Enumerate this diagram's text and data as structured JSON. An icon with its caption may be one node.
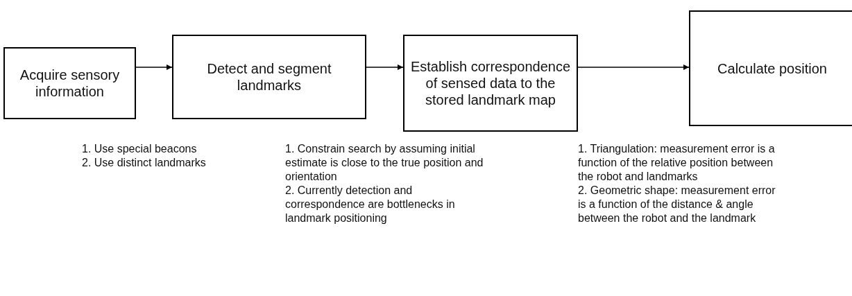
{
  "diagram": {
    "nodes": [
      {
        "text": [
          "Acquire sensory information"
        ],
        "beside": [
          "1. Use special beacons",
          "2. Use distinct landmarks"
        ]
      },
      {
        "text": [
          "Detect and segment landmarks"
        ],
        "beside": [
          "1. Constrain search by assuming initial estimate is close to the true position and orientation",
          "2. Currently detection and correspondence are bottlenecks in landmark positioning"
        ]
      },
      {
        "text": [
          "Establish correspondence of sensed data to the stored landmark map"
        ],
        "beside": [
          "1. Triangulation: measurement error is a function of the relative position between the robot and landmarks",
          "2. Geometric shape: measurement error is a function of the distance & angle between the robot and the landmark"
        ]
      },
      {
        "text": [
          "Calculate position"
        ]
      }
    ],
    "edges": [
      {
        "from": 0,
        "to": 1,
        "arrow": "to"
      },
      {
        "from": 1,
        "to": 2,
        "arrow": "to"
      },
      {
        "from": 2,
        "to": 3,
        "arrow": "to"
      }
    ]
  }
}
